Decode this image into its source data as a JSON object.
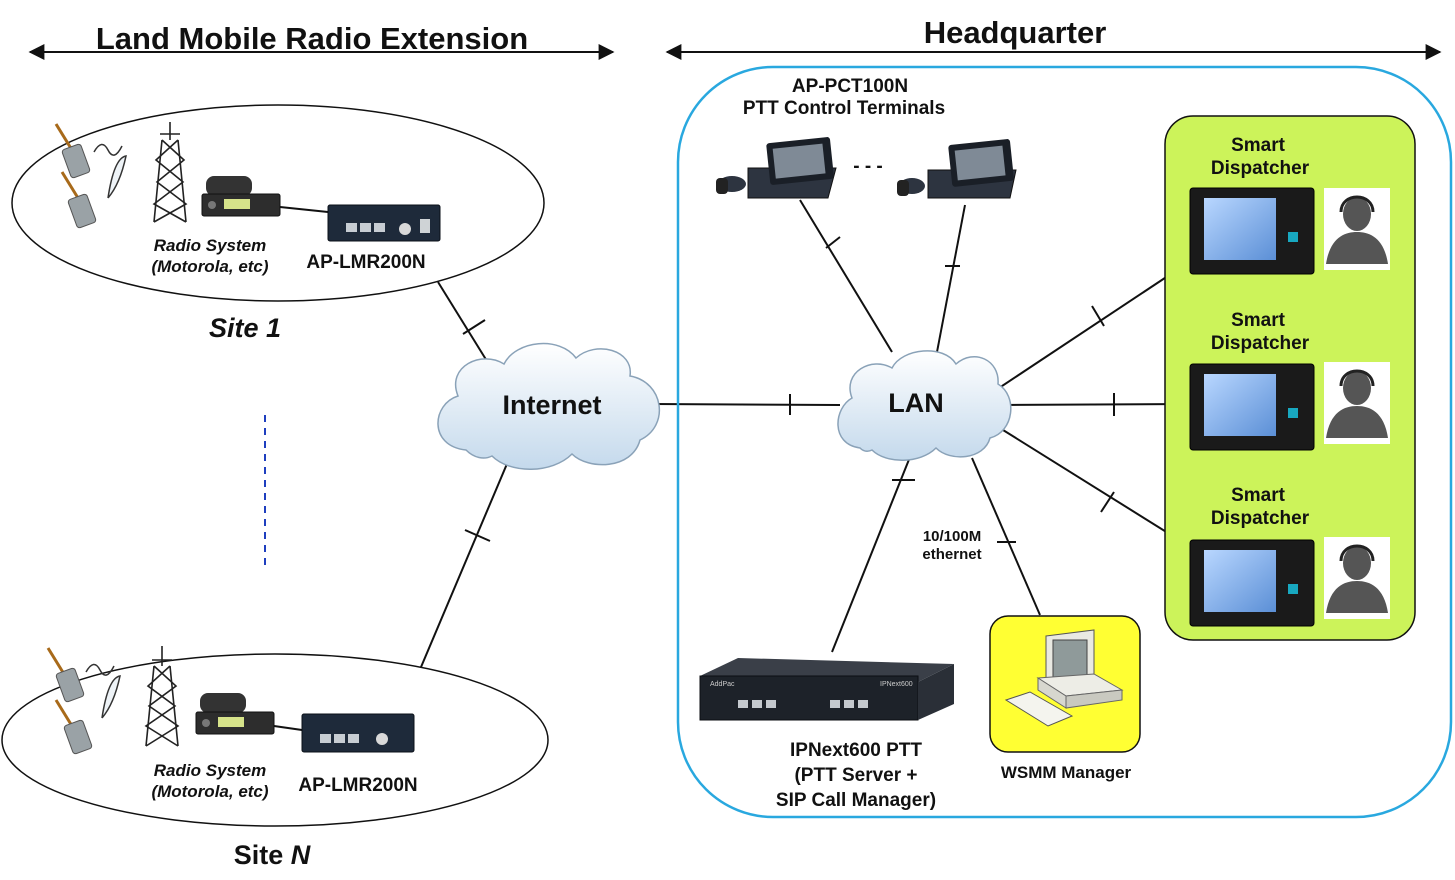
{
  "headers": {
    "lmr": "Land Mobile Radio Extension",
    "hq": "Headquarter"
  },
  "sites": [
    {
      "label": "Site 1",
      "radio_line1": "Radio System",
      "radio_line2": "(Motorola, etc)",
      "device": "AP-LMR200N"
    },
    {
      "label_prefix": "Site ",
      "label_suffix": "N",
      "radio_line1": "Radio System",
      "radio_line2": "(Motorola, etc)",
      "device": "AP-LMR200N"
    }
  ],
  "clouds": {
    "internet": "Internet",
    "lan": "LAN"
  },
  "terminals": {
    "line1": "AP-PCT100N",
    "line2": "PTT Control Terminals",
    "dashes": "- - -"
  },
  "dispatchers": [
    {
      "line1": "Smart",
      "line2": "Dispatcher"
    },
    {
      "line1": "Smart",
      "line2": "Dispatcher"
    },
    {
      "line1": "Smart",
      "line2": "Dispatcher"
    }
  ],
  "ethernet": {
    "line1": "10/100M",
    "line2": "ethernet"
  },
  "server": {
    "line1": "IPNext600 PTT",
    "line2": "(PTT Server +",
    "line3": "SIP Call Manager)",
    "brand": "AddPac",
    "model": "IPNext600"
  },
  "manager": {
    "label": "WSMM Manager"
  },
  "colors": {
    "hq_border": "#29a8df",
    "dispatcher_panel": "#ccf35a",
    "manager_panel": "#ffff33",
    "vertical_dots": "#1f3fbf"
  }
}
